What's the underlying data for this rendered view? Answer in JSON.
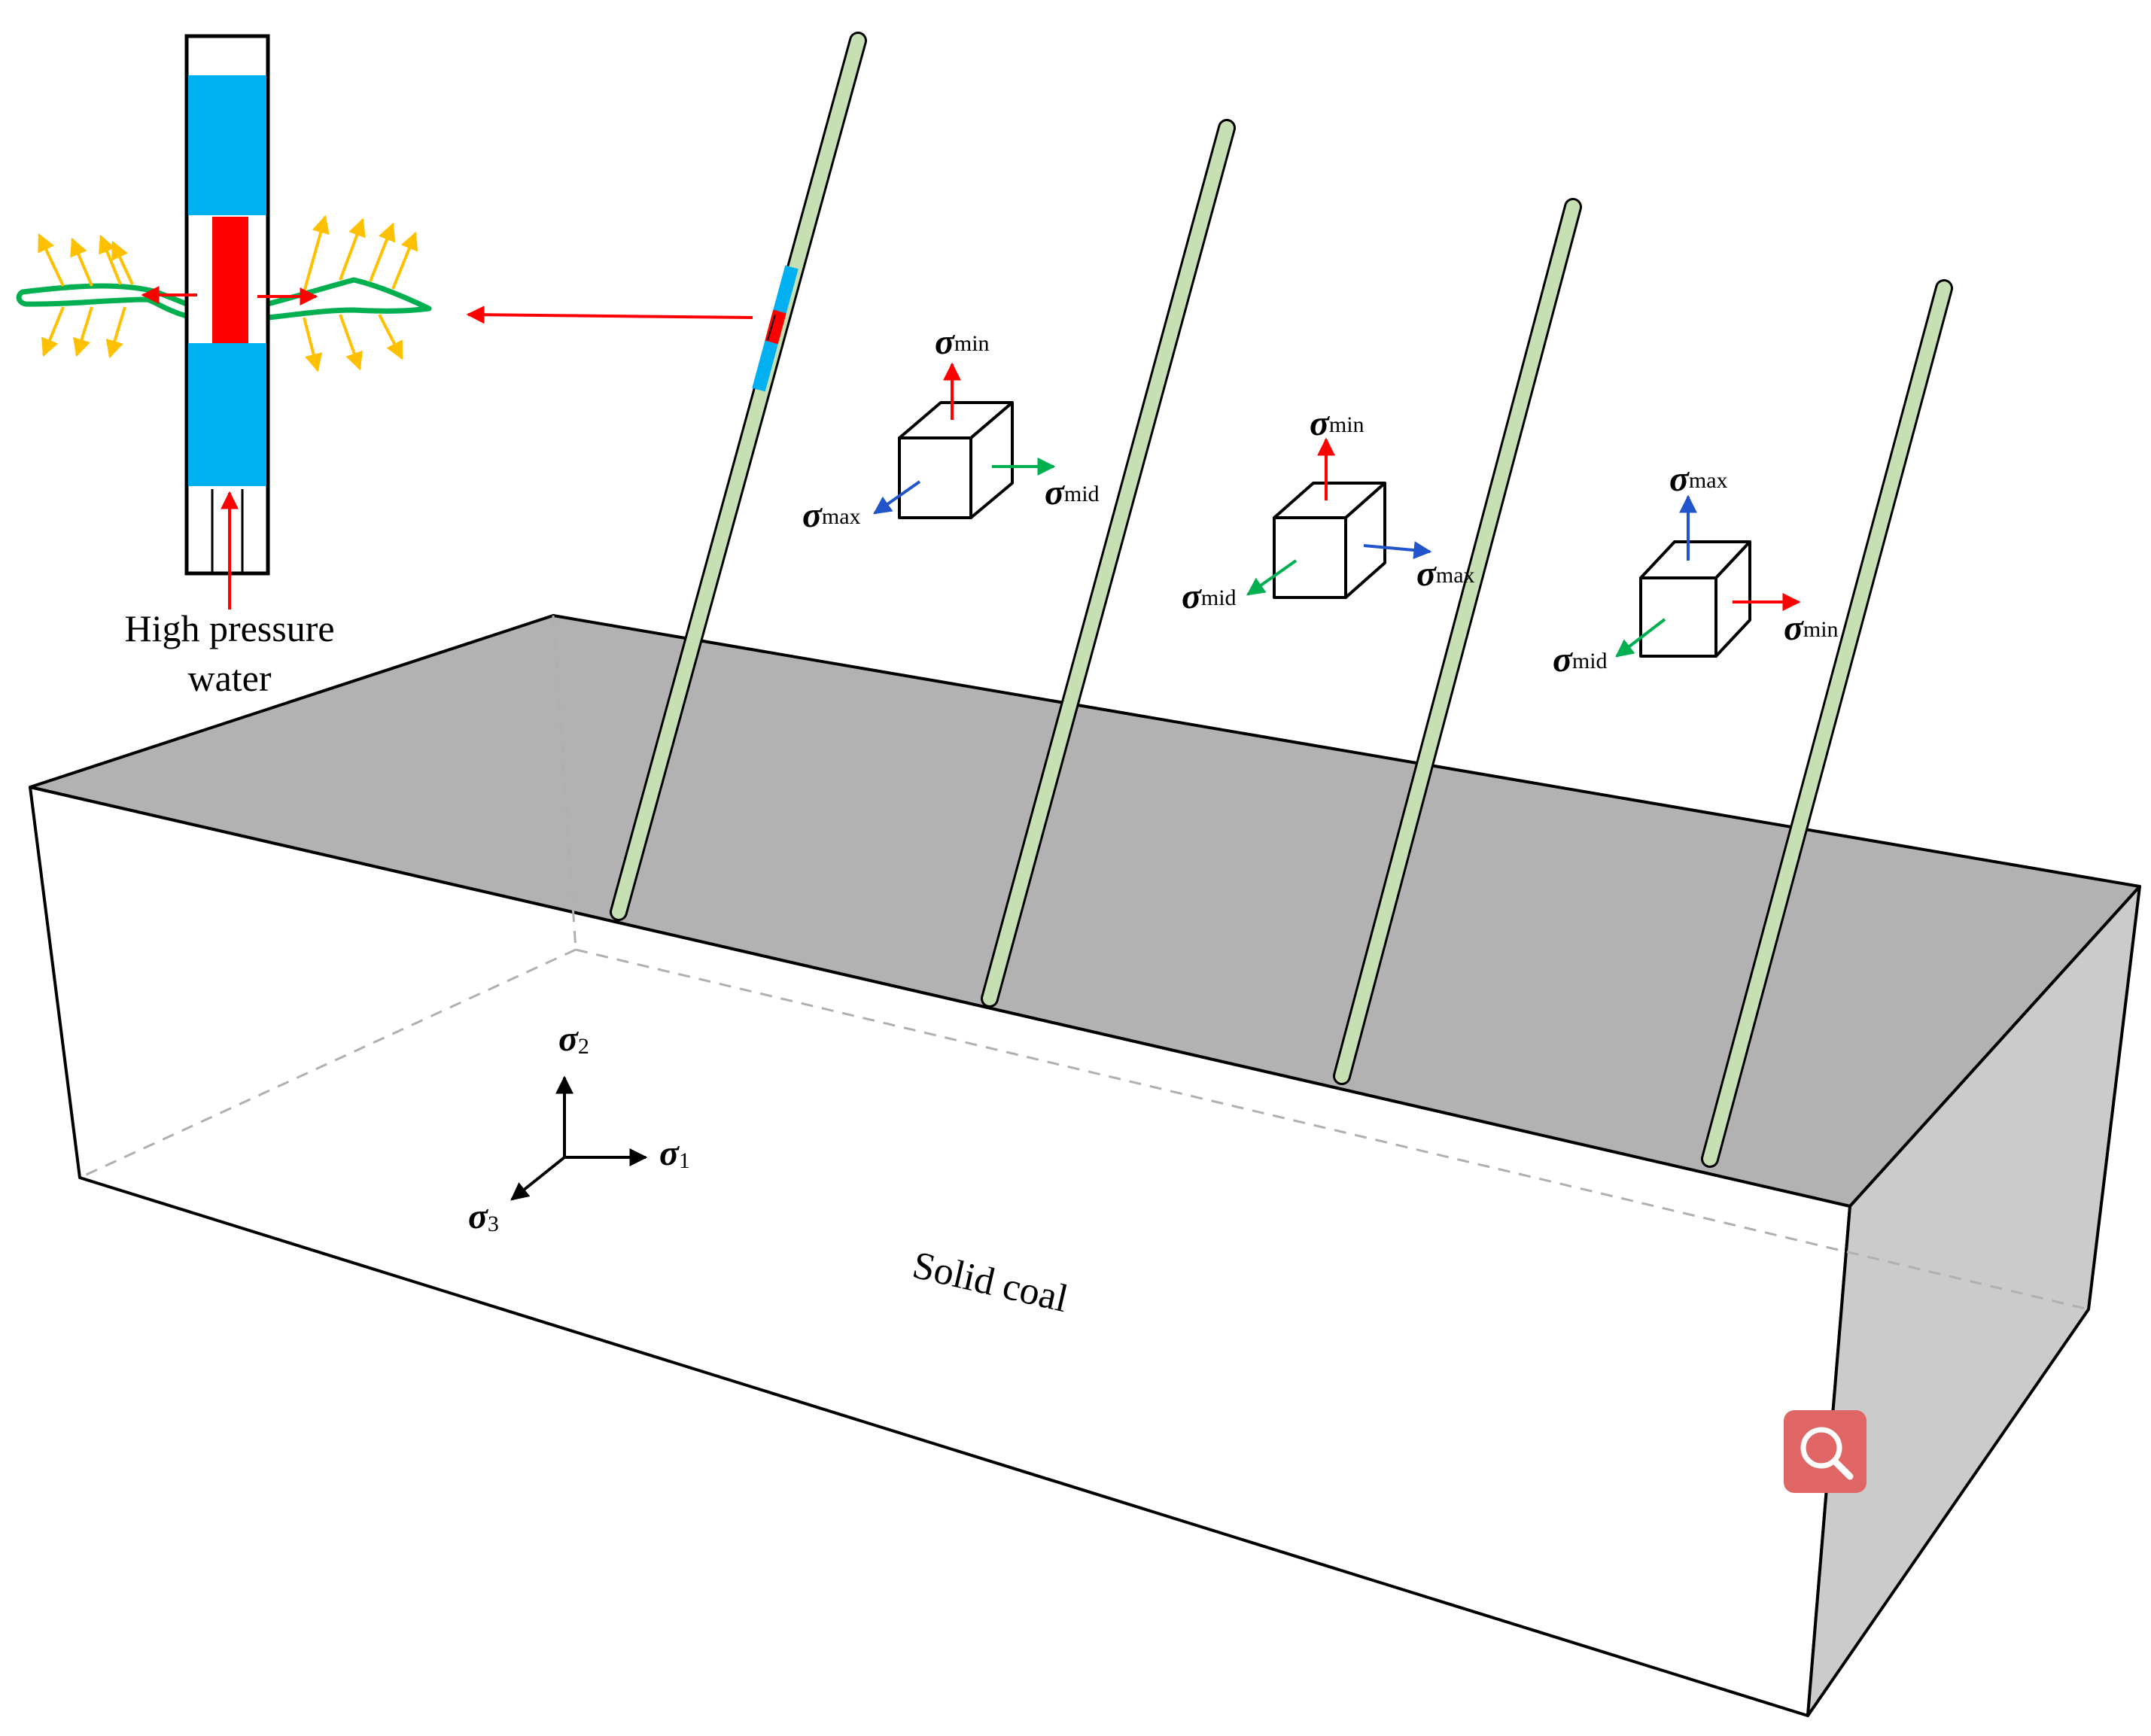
{
  "colors": {
    "box_top": "#b2b2b2",
    "box_side": "#cbcbcb",
    "borehole": "#c6e0b4",
    "packer": "#00b0f0",
    "water": "#ff0000",
    "fracture": "#00b050",
    "seepage": "#ffc000",
    "sigma_min": "#ff0000",
    "sigma_mid": "#00b050",
    "sigma_max": "#2255cc",
    "zoom_button": "#e06666"
  },
  "labels": {
    "high_pressure_line1": "High pressure",
    "high_pressure_line2": "water",
    "solid_coal": "Solid coal",
    "sigma": "σ",
    "min": "min",
    "mid": "mid",
    "max": "max",
    "axis1": "1",
    "axis2": "2",
    "axis3": "3"
  },
  "icons": {
    "zoom": "magnifier-icon"
  }
}
